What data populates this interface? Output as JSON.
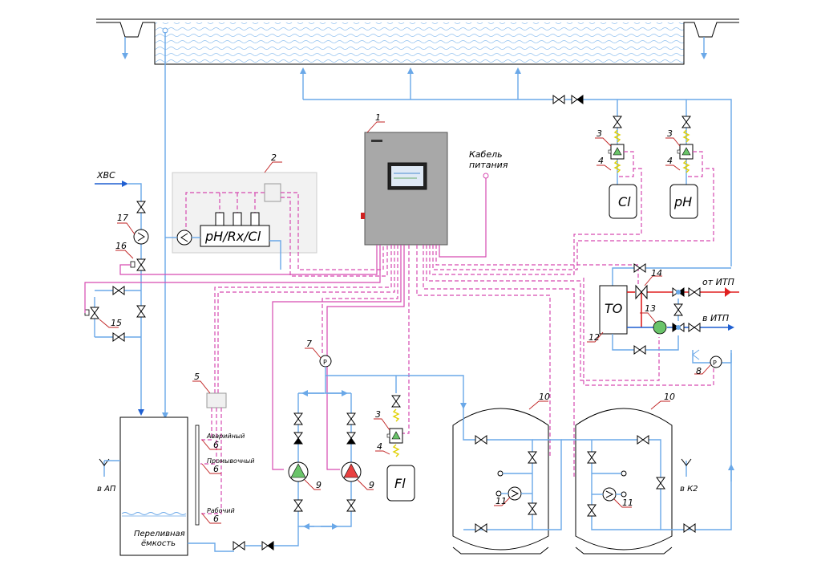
{
  "labels": {
    "xvs": "ХВС",
    "power_cable_1": "Кабель",
    "power_cable_2": "питания",
    "from_itp": "от ИТП",
    "to_itp": "в ИТП",
    "to_ap": "в АП",
    "to_k2": "в К2",
    "overflow_1": "Переливная",
    "overflow_2": "ёмкость",
    "level_alarm": "Аварийный",
    "level_flush": "Промывочный",
    "level_work": "Рабочий",
    "analyzer": "pH/Rx/Cl",
    "tank_cl": "Cl",
    "tank_ph": "pH",
    "tank_fl": "Fl",
    "heat_exchanger": "ТО"
  },
  "callouts": [
    "1",
    "2",
    "3",
    "4",
    "5",
    "6",
    "7",
    "8",
    "9",
    "10",
    "11",
    "12",
    "13",
    "14",
    "15",
    "16",
    "17"
  ],
  "colors": {
    "water": "#6aa8e8",
    "cold_supply": "#1f5fd1",
    "hot_supply": "#e02020",
    "signal": "#d64ab0",
    "pump_green": "#6ac46a",
    "pump_red": "#e84040",
    "cabinet": "#9a9a9a"
  }
}
